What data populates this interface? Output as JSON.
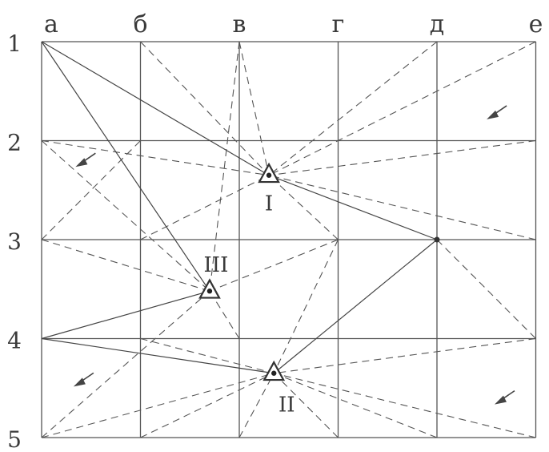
{
  "grid": {
    "columns": [
      "а",
      "б",
      "в",
      "г",
      "д",
      "е"
    ],
    "rows": [
      "1",
      "2",
      "3",
      "4",
      "5"
    ]
  },
  "stations": [
    {
      "label": "I",
      "col": 2.3,
      "row": 1.35
    },
    {
      "label": "II",
      "col": 2.35,
      "row": 3.35
    },
    {
      "label": "III",
      "col": 1.7,
      "row": 2.52
    }
  ],
  "solid_rays": [
    {
      "from": [
        0,
        0
      ],
      "to": "I"
    },
    {
      "from": [
        0,
        0
      ],
      "to": "III"
    },
    {
      "from": [
        4,
        2
      ],
      "to": "I"
    },
    {
      "from": [
        4,
        2
      ],
      "to": "II"
    },
    {
      "from": [
        0,
        3
      ],
      "to": "III"
    },
    {
      "from": [
        0,
        3
      ],
      "to": "II"
    }
  ],
  "dashed_rays": [
    {
      "from": [
        1,
        0
      ],
      "to": "I"
    },
    {
      "from": [
        2,
        0
      ],
      "to": "I"
    },
    {
      "from": [
        4,
        0
      ],
      "to": "I"
    },
    {
      "from": [
        5,
        0
      ],
      "to": "I"
    },
    {
      "from": [
        0,
        1
      ],
      "to": "I"
    },
    {
      "from": [
        5,
        1
      ],
      "to": "I"
    },
    {
      "from": [
        1,
        2
      ],
      "to": "I"
    },
    {
      "from": [
        3,
        2
      ],
      "to": "I"
    },
    {
      "from": [
        5,
        2
      ],
      "to": "I"
    },
    {
      "from": [
        2,
        0
      ],
      "to": "III"
    },
    {
      "from": [
        0,
        1
      ],
      "to": "III"
    },
    {
      "from": [
        0,
        2
      ],
      "to": "III"
    },
    {
      "from": [
        3,
        2
      ],
      "to": "III"
    },
    {
      "from": [
        2,
        3
      ],
      "to": "III"
    },
    {
      "from": [
        0,
        4
      ],
      "to": "III"
    },
    {
      "from": [
        3,
        2
      ],
      "to": "II"
    },
    {
      "from": [
        1,
        3
      ],
      "to": "II"
    },
    {
      "from": [
        5,
        3
      ],
      "to": "II"
    },
    {
      "from": [
        0,
        4
      ],
      "to": "II"
    },
    {
      "from": [
        1,
        4
      ],
      "to": "II"
    },
    {
      "from": [
        2,
        4
      ],
      "to": "II"
    },
    {
      "from": [
        3,
        4
      ],
      "to": "II"
    },
    {
      "from": [
        4,
        4
      ],
      "to": "II"
    },
    {
      "from": [
        5,
        4
      ],
      "to": "II"
    },
    {
      "from": [
        4,
        2
      ],
      "to": [
        5,
        3
      ]
    },
    {
      "from": [
        0,
        2
      ],
      "to": [
        1,
        1
      ]
    }
  ],
  "point_markers": [
    [
      4,
      2
    ]
  ],
  "arrows": [
    {
      "col": 4.6,
      "row": 0.72
    },
    {
      "col": 0.44,
      "row": 1.2
    },
    {
      "col": 0.42,
      "row": 3.42
    },
    {
      "col": 4.68,
      "row": 3.6
    }
  ]
}
